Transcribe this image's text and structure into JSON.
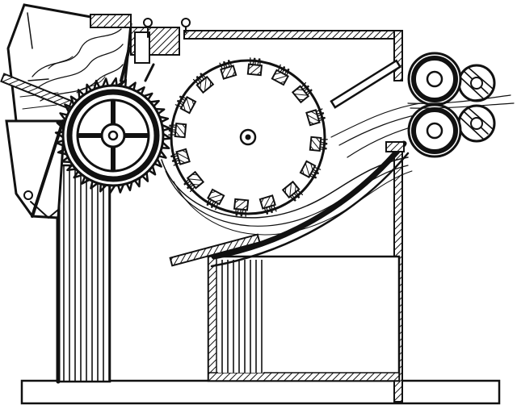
{
  "figure": {
    "subject": "cotton-opening-machine",
    "style": "black-and-white line engraving",
    "colors": {
      "ink": "#111111",
      "paper": "#ffffff"
    },
    "parts": {
      "hopper": "feed-hopper",
      "feed_roller": "toothed-feed-roller",
      "cylinder": "beater-cylinder-with-brushes",
      "rollers": "delivery-calender-rollers",
      "chute": "curved-delivery-chute",
      "frame": "machine-frame"
    }
  }
}
